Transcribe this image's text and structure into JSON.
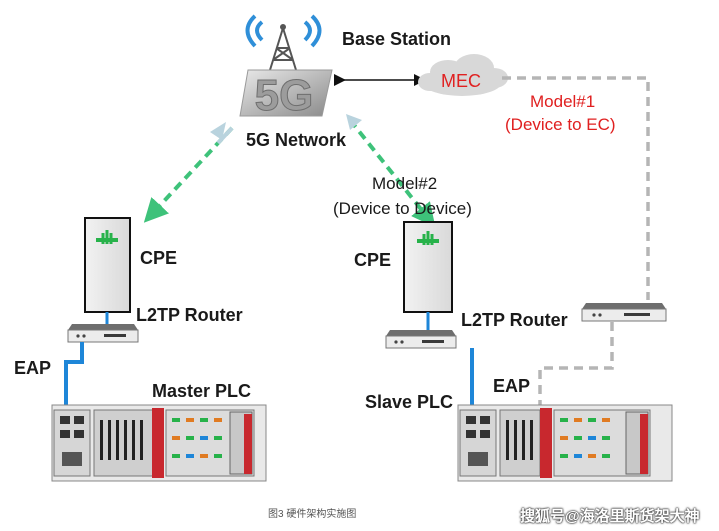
{
  "labels": {
    "base_station": "Base Station",
    "network": "5G Network",
    "mec": "MEC",
    "model1_line1": "Model#1",
    "model1_line2": "(Device to EC)",
    "model2_line1": "Model#2",
    "model2_line2": "(Device to Device)",
    "cpe_left": "CPE",
    "cpe_right": "CPE",
    "router_left": "L2TP Router",
    "router_right": "L2TP Router",
    "eap_left": "EAP",
    "eap_right": "EAP",
    "master_plc": "Master PLC",
    "slave_plc": "Slave PLC",
    "tower_badge": "5G"
  },
  "caption": "图3 硬件架构实施图",
  "watermark": "搜狐号@海洛里斯货架大神",
  "colors": {
    "wireless_link": "#3ec27a",
    "wireless_link_light": "#b9d3de",
    "ethernet": "#1e86d8",
    "model1_dashed": "#b5b5b5",
    "mec_text": "#e02020",
    "cloud_fill": "#d8d8d8",
    "plc_red": "#c8282e"
  }
}
